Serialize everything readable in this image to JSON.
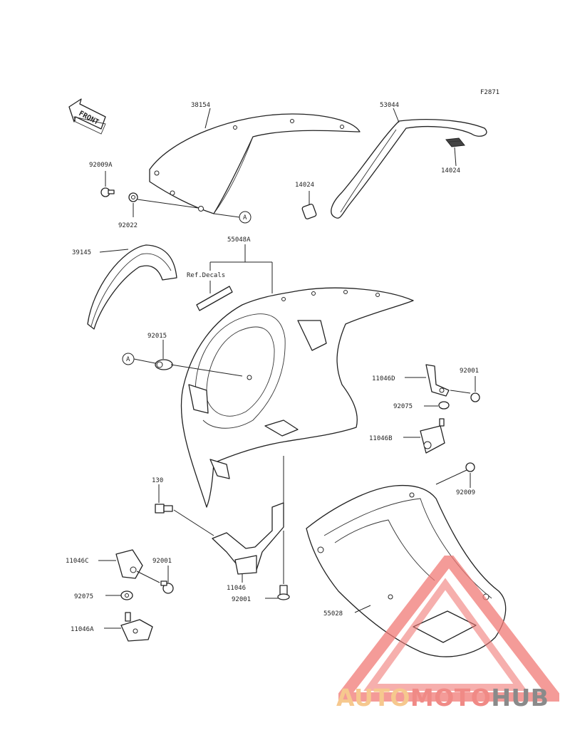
{
  "figure_code": "F2871",
  "front_label": "FRONT",
  "ref_decals": "Ref.Decals",
  "circle_ref": "A",
  "parts": {
    "p38154": "38154",
    "p53044": "53044",
    "p92009A": "92009A",
    "p92022": "92022",
    "p14024_left": "14024",
    "p14024_right": "14024",
    "p39145": "39145",
    "p55048A": "55048A",
    "p92015": "92015",
    "p11046D": "11046D",
    "p92001_right": "92001",
    "p92075_right": "92075",
    "p11046B": "11046B",
    "p92009": "92009",
    "p130": "130",
    "p11046C": "11046C",
    "p92001_left": "92001",
    "p92075_left": "92075",
    "p11046A": "11046A",
    "p11046": "11046",
    "p92001_bottom": "92001",
    "p55028": "55028"
  },
  "watermark": {
    "word_part1": "AUTO",
    "word_part2": "MOTO",
    "word_part3": "HUB",
    "colors": {
      "triangle": "#f07a76",
      "auto": "#f6c88e",
      "moto": "#f08a86",
      "hub": "#8a8a8a"
    }
  }
}
